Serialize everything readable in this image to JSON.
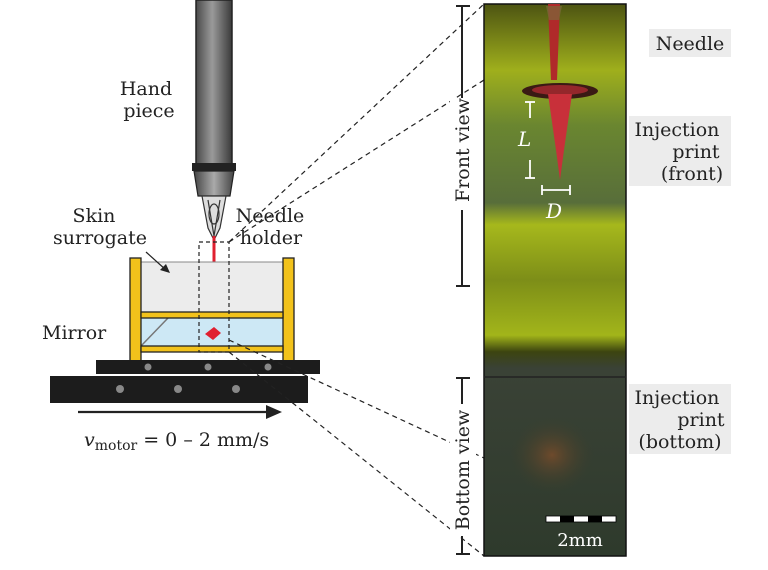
{
  "left_labels": {
    "hand_piece": [
      "Hand",
      "piece"
    ],
    "skin_surrogate": [
      "Skin",
      "surrogate"
    ],
    "needle_holder": [
      "Needle",
      "holder"
    ],
    "mirror": "Mirror",
    "velocity_v": "v",
    "velocity_sub": "motor",
    "velocity_rest": " = 0 – 2 mm/s"
  },
  "right_labels": {
    "needle": "Needle",
    "injection_front": [
      "Injection",
      "print",
      "(front)"
    ],
    "injection_bottom": [
      "Injection",
      "print",
      "(bottom)"
    ]
  },
  "view_labels": {
    "front_view": "Front view",
    "bottom_view": "Bottom view"
  },
  "dimension_labels": {
    "length": "L",
    "diameter": "D"
  },
  "scale_bar": "2mm",
  "colors": {
    "frame_yellow": "#f2c21b",
    "ink_red": "#e02030",
    "mirror_blue": "#cde8f5",
    "stage_black": "#1c1c1c",
    "photo_green": "#7c8a20"
  }
}
